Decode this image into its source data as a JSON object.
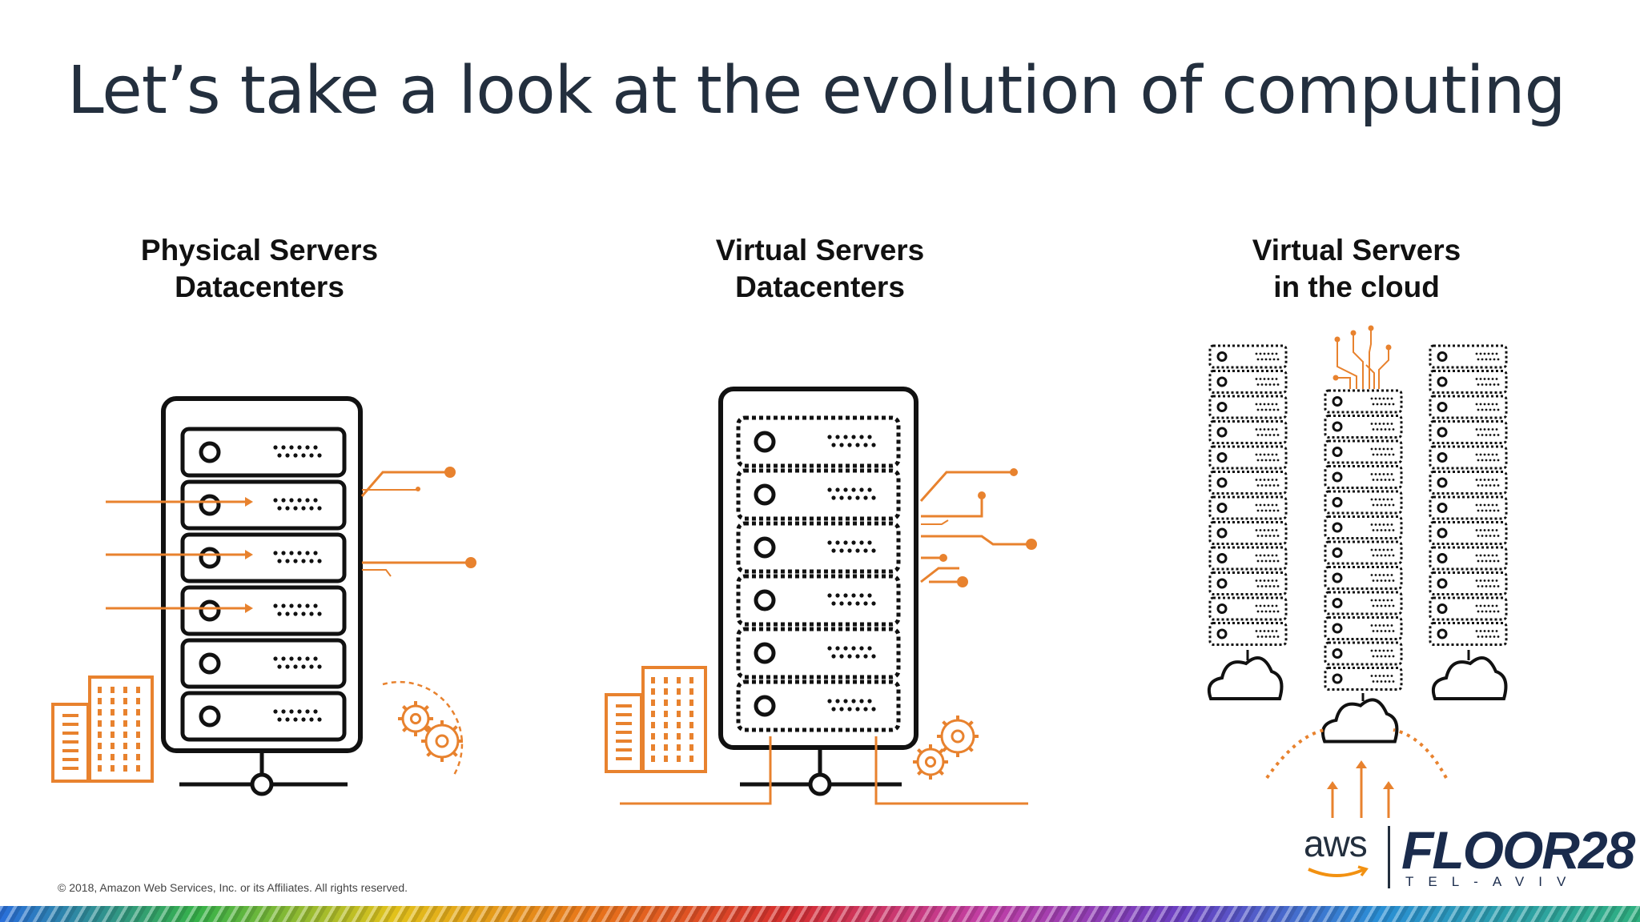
{
  "slide": {
    "title": "Let’s take a look at the evolution of computing",
    "copyright": "© 2018, Amazon Web Services, Inc. or its Affiliates. All rights reserved."
  },
  "columns": [
    {
      "line1": "Physical Servers",
      "line2": "Datacenters",
      "icon": "physical-server-rack-icon"
    },
    {
      "line1": "Virtual Servers",
      "line2": "Datacenters",
      "icon": "virtual-server-rack-icon"
    },
    {
      "line1": "Virtual Servers",
      "line2": "in the cloud",
      "icon": "cloud-servers-icon"
    }
  ],
  "logos": {
    "aws": "aws",
    "event_name": "FLOOR28",
    "event_city": "TEL-AVIV"
  },
  "colors": {
    "title": "#232f3e",
    "accent_orange": "#e8822e",
    "ink": "#111111"
  }
}
